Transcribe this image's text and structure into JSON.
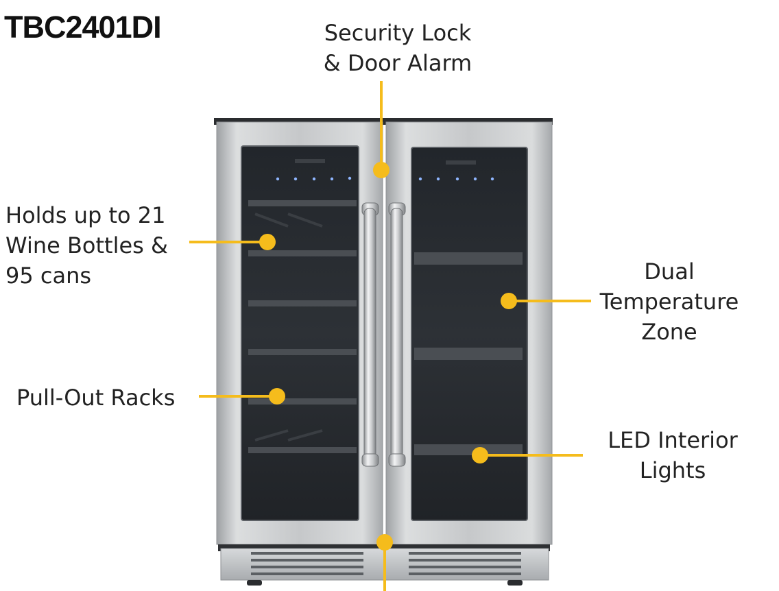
{
  "model": "TBC2401DI",
  "labels": {
    "security": [
      "Security Lock",
      "& Door Alarm"
    ],
    "holds": [
      "Holds up to 21",
      "Wine Bottles &",
      "95 cans"
    ],
    "racks": [
      "Pull-Out Racks"
    ],
    "dual": [
      "Dual",
      "Temperature",
      "Zone"
    ],
    "led": [
      "LED Interior",
      "Lights"
    ]
  },
  "colors": {
    "accent": "#f5bc1c",
    "steel": "#c4c6c8",
    "glass": "#26292d",
    "text": "#222222"
  }
}
